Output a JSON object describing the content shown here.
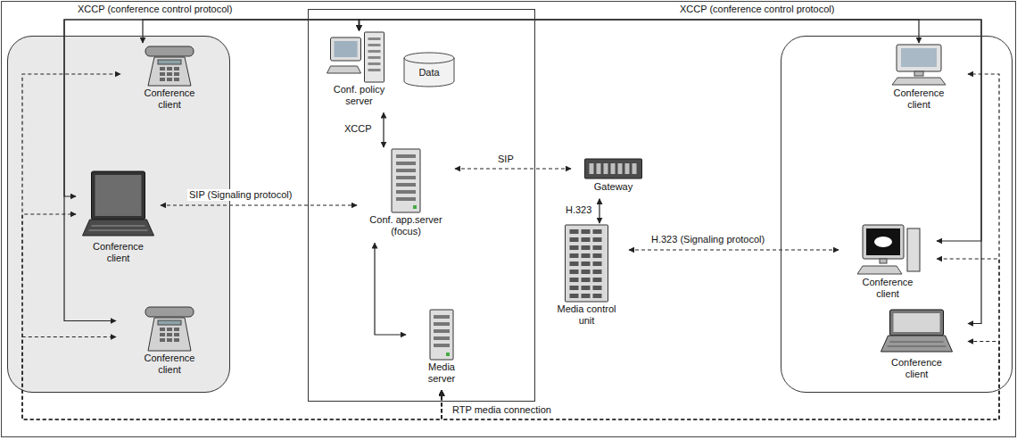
{
  "diagram": {
    "nodes": [
      {
        "text": []
      },
      {
        "text": [
          "Conference client"
        ],
        "in": 0
      },
      {
        "text": [
          "Conference client"
        ],
        "in": 0
      },
      {
        "text": [
          "Conference client"
        ],
        "in": 0
      },
      {
        "text": []
      },
      {
        "text": [
          "Conf. policy server"
        ],
        "in": 4
      },
      {
        "text": [
          "Data"
        ],
        "in": 4
      },
      {
        "text": [
          "Conf. app.server (focus)"
        ],
        "in": 4
      },
      {
        "text": [
          "Media server"
        ],
        "in": 4
      },
      {
        "text": [
          "Gateway"
        ]
      },
      {
        "text": [
          "Media control unit"
        ]
      },
      {
        "text": []
      },
      {
        "text": [
          "Conference client"
        ],
        "in": 11
      },
      {
        "text": [
          "Conference client"
        ],
        "in": 11
      },
      {
        "text": [
          "Conference client"
        ],
        "in": 11
      }
    ],
    "edges": [
      {
        "from": 5,
        "to": 1,
        "arrow": "both",
        "label": "XCCP (conference control protocol)"
      },
      {
        "from": 5,
        "to": 2,
        "arrow": "both"
      },
      {
        "from": 5,
        "to": 3,
        "arrow": "both"
      },
      {
        "from": 5,
        "to": 12,
        "arrow": "both",
        "label": "XCCP (conference control protocol)"
      },
      {
        "from": 5,
        "to": 13,
        "arrow": "both"
      },
      {
        "from": 5,
        "to": 14,
        "arrow": "both"
      },
      {
        "from": 5,
        "to": 7,
        "arrow": "both",
        "label": "XCCP"
      },
      {
        "from": 2,
        "to": 7,
        "arrow": "both",
        "label": "SIP (Signaling protocol)"
      },
      {
        "from": 7,
        "to": 9,
        "arrow": "both",
        "label": "SIP"
      },
      {
        "from": 9,
        "to": 10,
        "arrow": "both",
        "label": "H.323"
      },
      {
        "from": 10,
        "to": 13,
        "arrow": "both",
        "label": "H.323 (Signaling protocol)"
      },
      {
        "from": 7,
        "to": 8,
        "arrow": "both"
      },
      {
        "from": 8,
        "to": 1,
        "arrow": "both",
        "label": "RTP media connection"
      },
      {
        "from": 8,
        "to": 2,
        "arrow": "both"
      },
      {
        "from": 8,
        "to": 3,
        "arrow": "both"
      },
      {
        "from": 8,
        "to": 12,
        "arrow": "both"
      },
      {
        "from": 8,
        "to": 13,
        "arrow": "both"
      },
      {
        "from": 8,
        "to": 14,
        "arrow": "both"
      }
    ]
  }
}
